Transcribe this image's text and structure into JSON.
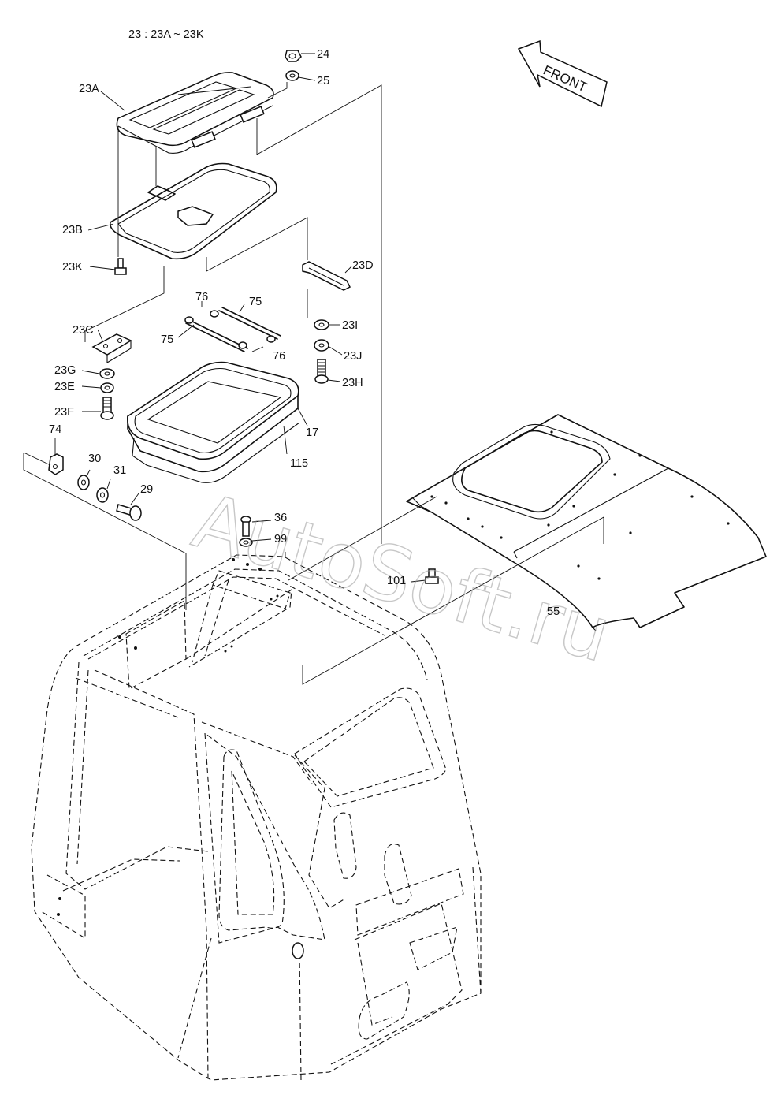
{
  "header": {
    "range_note": "23 : 23A ~ 23K"
  },
  "front_arrow": {
    "label": "FRONT"
  },
  "watermark": {
    "text": "AutoSoft.ru"
  },
  "callouts": [
    {
      "id": "24",
      "label": "24"
    },
    {
      "id": "25",
      "label": "25"
    },
    {
      "id": "23A",
      "label": "23A"
    },
    {
      "id": "23B",
      "label": "23B"
    },
    {
      "id": "23K",
      "label": "23K"
    },
    {
      "id": "23D",
      "label": "23D"
    },
    {
      "id": "76a",
      "label": "76"
    },
    {
      "id": "75a",
      "label": "75"
    },
    {
      "id": "75b",
      "label": "75"
    },
    {
      "id": "76b",
      "label": "76"
    },
    {
      "id": "23C",
      "label": "23C"
    },
    {
      "id": "23I",
      "label": "23I"
    },
    {
      "id": "23J",
      "label": "23J"
    },
    {
      "id": "23G",
      "label": "23G"
    },
    {
      "id": "23E",
      "label": "23E"
    },
    {
      "id": "23H",
      "label": "23H"
    },
    {
      "id": "23F",
      "label": "23F"
    },
    {
      "id": "17",
      "label": "17"
    },
    {
      "id": "74",
      "label": "74"
    },
    {
      "id": "30",
      "label": "30"
    },
    {
      "id": "31",
      "label": "31"
    },
    {
      "id": "29",
      "label": "29"
    },
    {
      "id": "115",
      "label": "115"
    },
    {
      "id": "36",
      "label": "36"
    },
    {
      "id": "99",
      "label": "99"
    },
    {
      "id": "101",
      "label": "101"
    },
    {
      "id": "55",
      "label": "55"
    }
  ]
}
